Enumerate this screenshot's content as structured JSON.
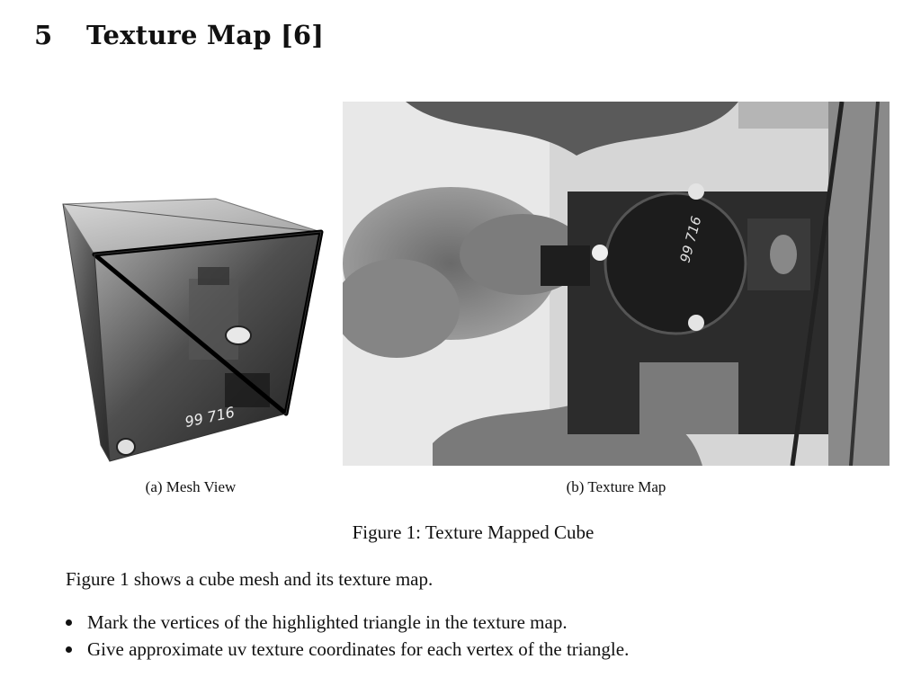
{
  "section": {
    "number": "5",
    "title": "Texture Map [6]"
  },
  "figure": {
    "subfigure_a": {
      "caption": "(a) Mesh View",
      "image": "cube-mesh-with-train-texture"
    },
    "subfigure_b": {
      "caption": "(b) Texture Map",
      "image": "steam-locomotive-photo-rotated",
      "painted_number": "99 716"
    },
    "caption": "Figure 1: Texture Mapped Cube"
  },
  "body": {
    "paragraph": "Figure 1 shows a cube mesh and its texture map.",
    "bullets": [
      "Mark the vertices of the highlighted triangle in the texture map.",
      "Give approximate uv texture coordinates for each vertex of the triangle."
    ]
  },
  "colors": {
    "text": "#111111",
    "background": "#ffffff"
  }
}
